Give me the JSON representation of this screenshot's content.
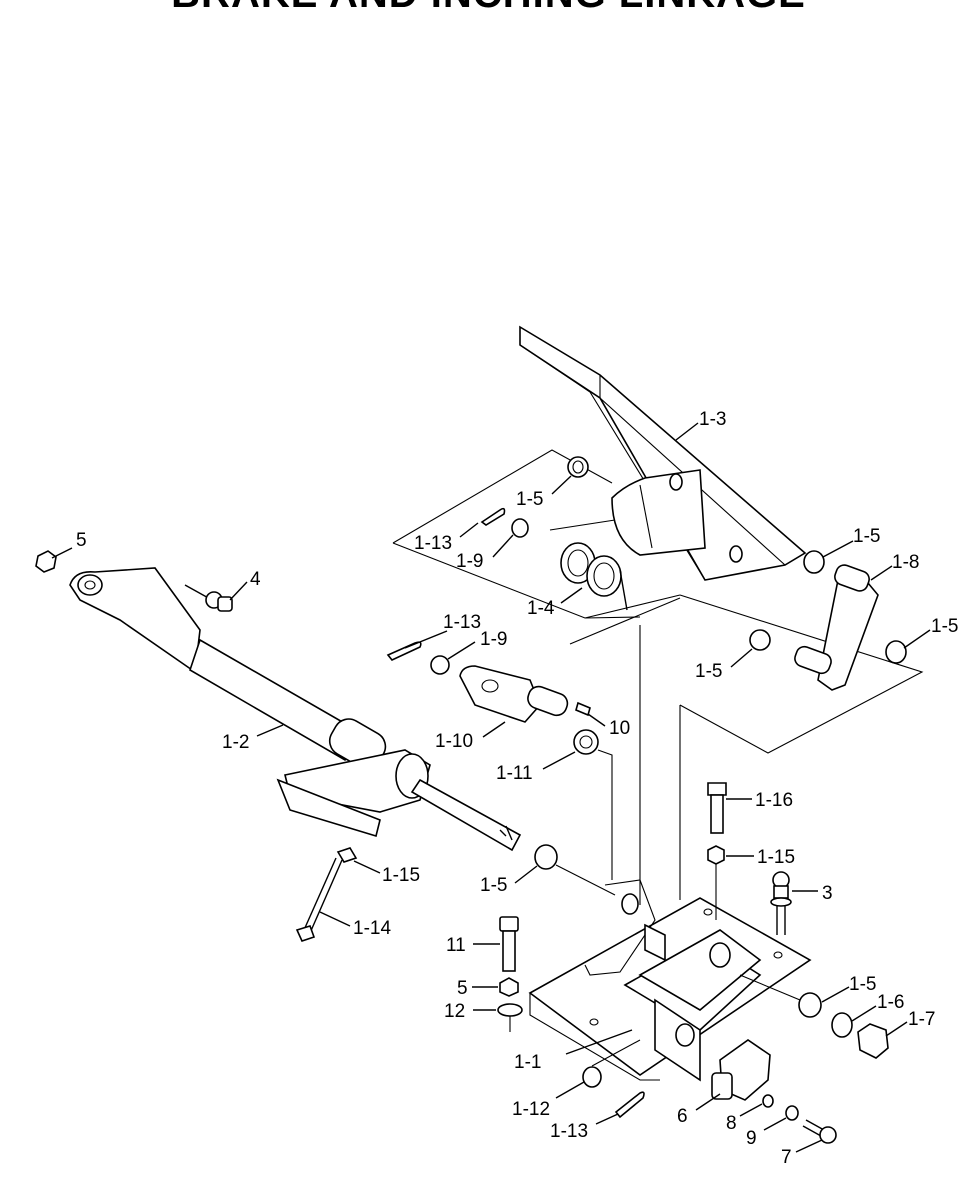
{
  "title": "BRAKE AND INCHING LINKAGE",
  "callouts": {
    "c_1_3": "1-3",
    "c_1_5_a": "1-5",
    "c_1_13_a": "1-13",
    "c_1_9_a": "1-9",
    "c_1_4": "1-4",
    "c_1_5_b": "1-5",
    "c_1_8": "1-8",
    "c_1_5_c": "1-5",
    "c_1_5_d": "1-5",
    "c_5_a": "5",
    "c_4": "4",
    "c_1_13_b": "1-13",
    "c_1_9_b": "1-9",
    "c_1_2": "1-2",
    "c_1_10": "1-10",
    "c_10": "10",
    "c_1_11": "1-11",
    "c_1_16": "1-16",
    "c_1_15_a": "1-15",
    "c_3": "3",
    "c_1_15_b": "1-15",
    "c_1_5_e": "1-5",
    "c_1_14": "1-14",
    "c_11": "11",
    "c_5_b": "5",
    "c_12": "12",
    "c_1_5_f": "1-5",
    "c_1_6": "1-6",
    "c_1_7": "1-7",
    "c_1_1": "1-1",
    "c_1_12": "1-12",
    "c_6": "6",
    "c_8": "8",
    "c_1_13_c": "1-13",
    "c_9": "9",
    "c_7": "7"
  }
}
